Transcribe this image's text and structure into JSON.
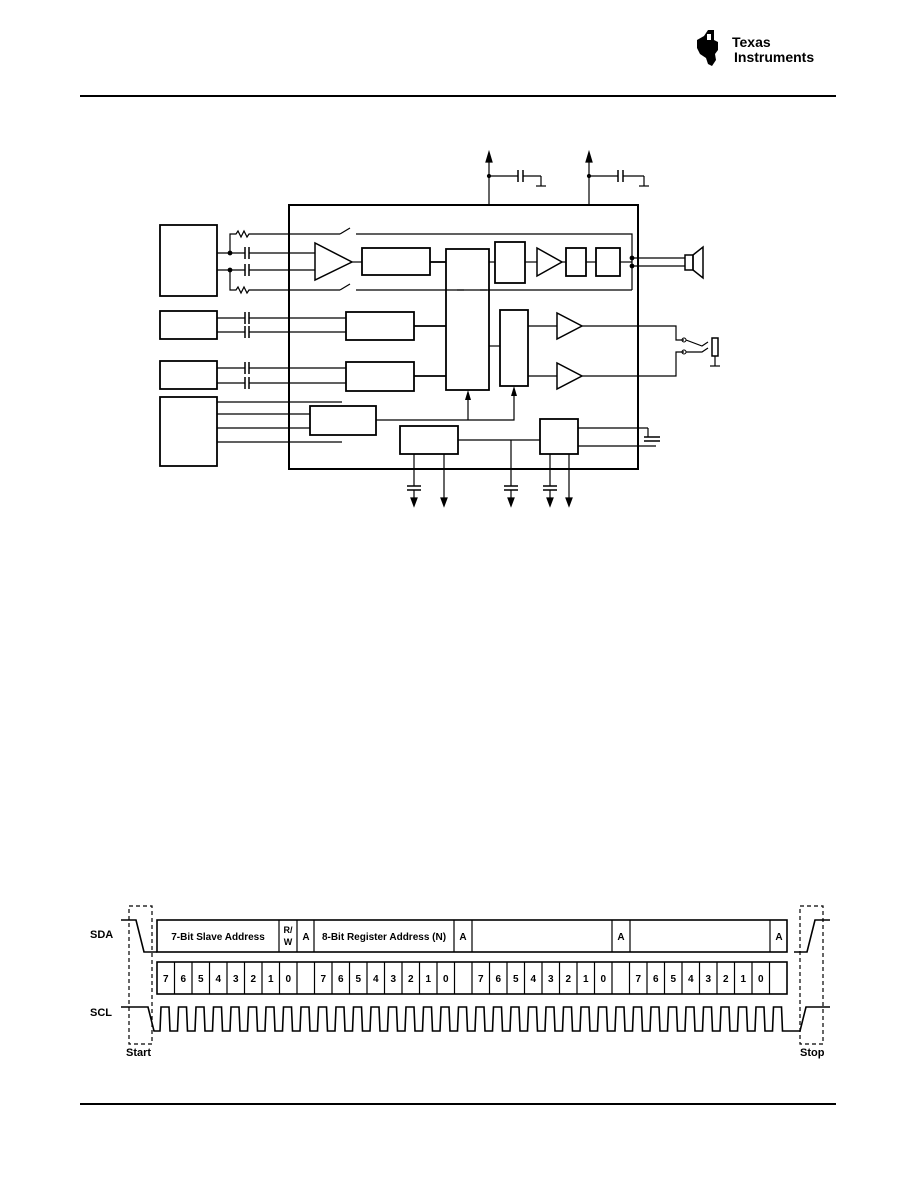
{
  "header": {
    "logo": {
      "line1": "Texas",
      "line2": "Instruments",
      "brand_color": "#000000"
    }
  },
  "timing_diagram": {
    "signals": {
      "sda": "SDA",
      "scl": "SCL"
    },
    "markers": {
      "start": "Start",
      "stop": "Stop"
    },
    "fields": {
      "slave_address": "7-Bit Slave Address",
      "rw_top": "R/",
      "rw_bottom": "W",
      "ack1": "A",
      "register_address": "8-Bit Register Address (N)",
      "ack2": "A",
      "ack3": "A",
      "ack4": "A"
    },
    "bit_labels": [
      "7",
      "6",
      "5",
      "4",
      "3",
      "2",
      "1",
      "0"
    ]
  }
}
